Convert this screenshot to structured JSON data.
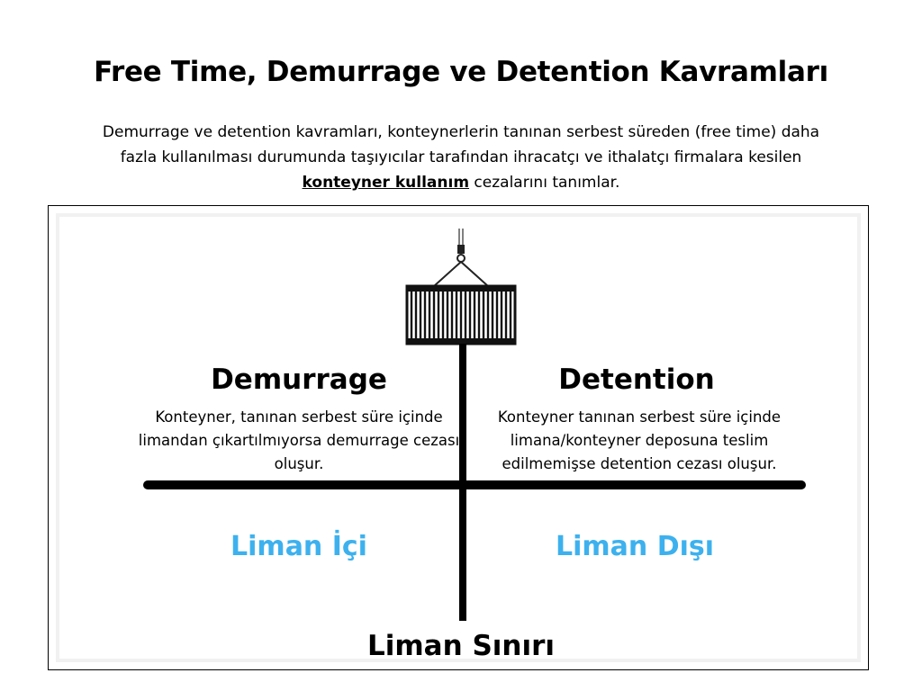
{
  "title": "Free Time, Demurrage ve Detention Kavramları",
  "intro": {
    "before": "Demurrage ve detention kavramları,  konteynerlerin tanınan serbest süreden (free time) daha fazla kullanılması durumunda taşıyıcılar tarafından ihracatçı ve ithalatçı firmalara kesilen ",
    "keyword": "konteyner kullanım",
    "after": " cezalarını tanımlar."
  },
  "diagram": {
    "left": {
      "heading": "Demurrage",
      "description": "Konteyner, tanınan serbest süre içinde limandan çıkartılmıyorsa demurrage cezası oluşur.",
      "zone": "Liman İçi"
    },
    "right": {
      "heading": "Detention",
      "description": "Konteyner tanınan serbest süre içinde limana/konteyner deposuna teslim edilmemişse detention cezası oluşur.",
      "zone": "Liman Dışı"
    },
    "boundary_label": "Liman Sınırı",
    "icon": "hanging-container-icon",
    "colors": {
      "zone_text": "#3db1ee",
      "lines": "#000000"
    }
  }
}
